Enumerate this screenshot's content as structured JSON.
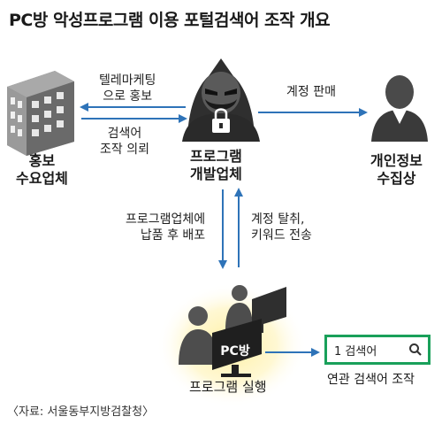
{
  "title": "PC방 악성프로그램 이용 포털검색어 조작 개요",
  "edges": {
    "telemarketing_line1": "텔레마케팅",
    "telemarketing_line2": "으로 홍보",
    "request_line1": "검색어",
    "request_line2": "조작 의뢰",
    "sale": "계정 판매",
    "distribute_line1": "프로그램업체에",
    "distribute_line2": "납품 후 배포",
    "hijack_line1": "계정 탈취,",
    "hijack_line2": "키워드 전송"
  },
  "nodes": {
    "client_line1": "홍보",
    "client_line2": "수요업체",
    "developer_line1": "프로그램",
    "developer_line2": "개발업체",
    "collector_line1": "개인정보",
    "collector_line2": "수집상",
    "pcroom_sign": "PC방",
    "execution": "프로그램 실행",
    "manipulation": "연관 검색어 조작"
  },
  "search": {
    "text": "1 검색어"
  },
  "source": "〈자료: 서울동부지방검찰청〉",
  "colors": {
    "arrow": "#2e73b8",
    "building": "#6e6e6e",
    "figure": "#3a3a3a",
    "glow": "#fff2b0",
    "search_border": "#19a05a"
  },
  "icons": [
    "building-icon",
    "hacker-icon",
    "person-icon",
    "pc-users-icon",
    "search-icon"
  ]
}
